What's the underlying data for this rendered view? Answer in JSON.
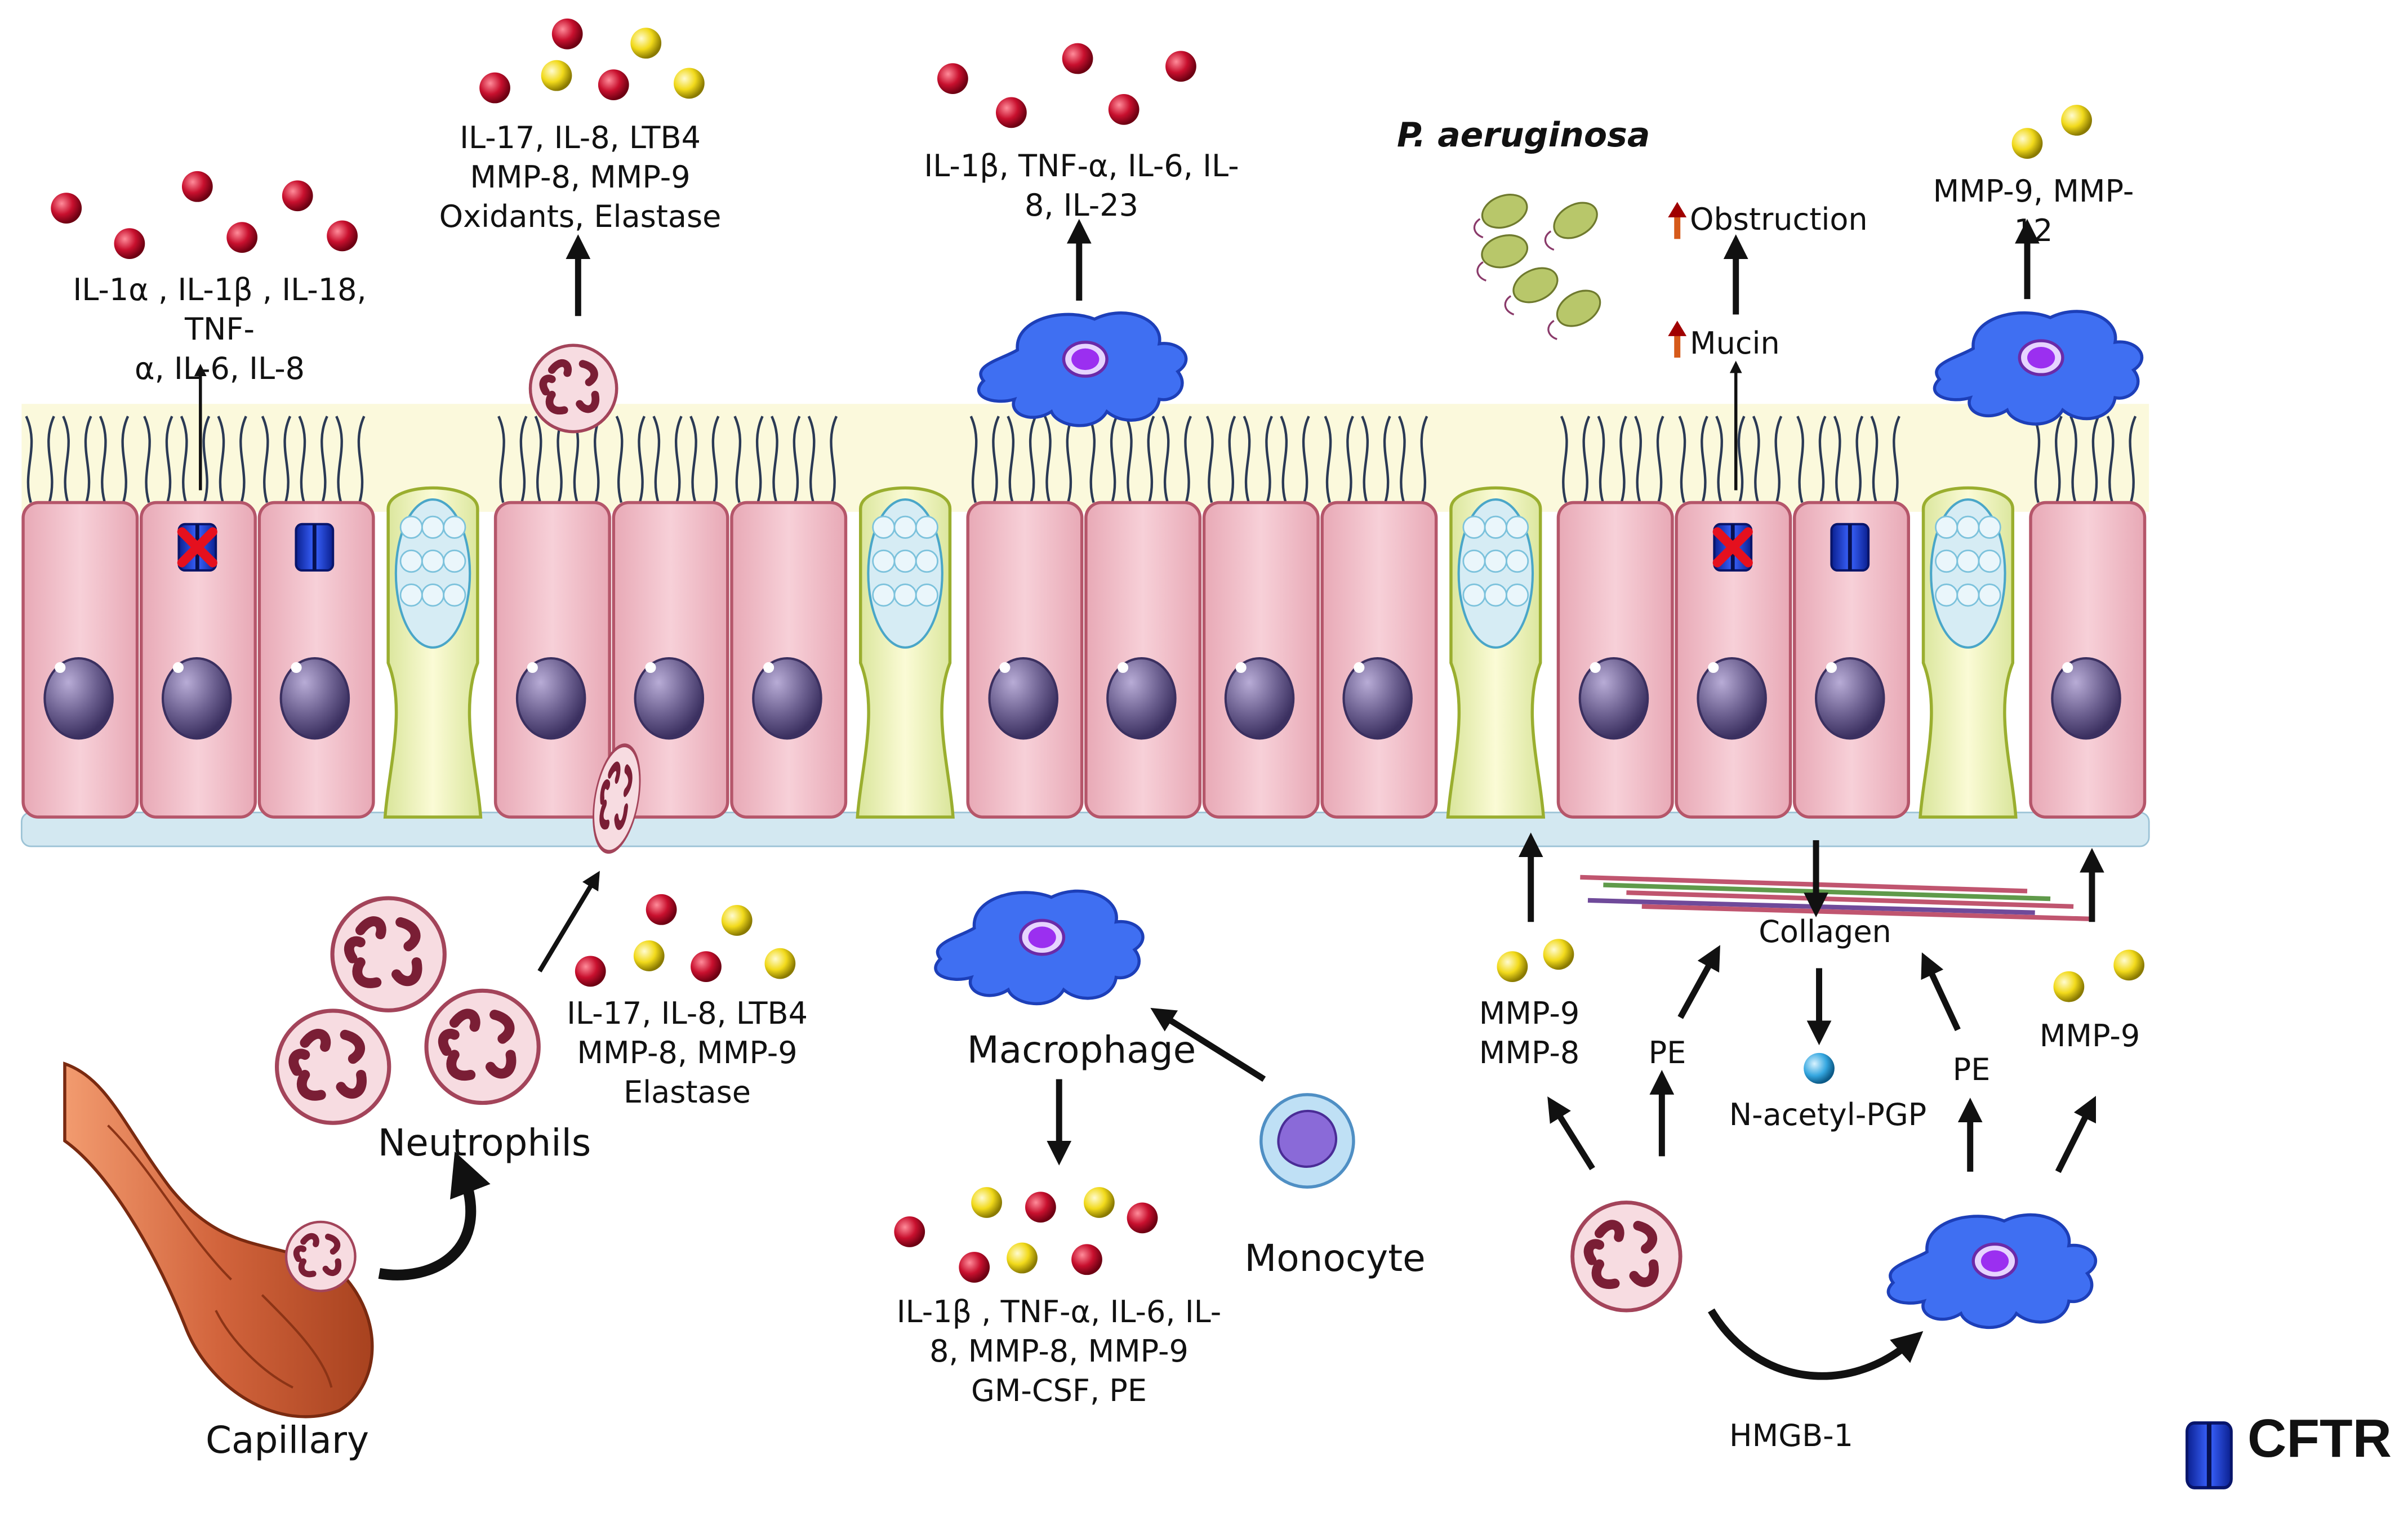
{
  "labels": {
    "il1a_group": "IL-1α , IL-1β , IL-18, TNF-\nα, IL-6, IL-8",
    "neutro_top": "IL-17, IL-8, LTB4\nMMP-8, MMP-9\nOxidants, Elastase",
    "macro_top": "IL-1β, TNF-α, IL-6, IL-\n8, IL-23",
    "pa": "P. aeruginosa",
    "obstruction": "Obstruction",
    "mucin": "Mucin",
    "mmp_top_right": "MMP-9, MMP-12",
    "neutro_bottom": "IL-17, IL-8, LTB4\nMMP-8, MMP-9\nElastase",
    "neutrophils": "Neutrophils",
    "capillary": "Capillary",
    "macrophage": "Macrophage",
    "monocyte": "Monocyte",
    "macro_bottom": "IL-1β , TNF-α, IL-6, IL-\n8, MMP-8, MMP-9\nGM-CSF, PE",
    "collagen": "Collagen",
    "mmp98": "MMP-9\nMMP-8",
    "pe_left": "PE",
    "pe_right": "PE",
    "nacetyl": "N-acetyl-PGP",
    "mmp9_right": "MMP-9",
    "hmgb1": "HMGB-1",
    "cftr_legend": "CFTR"
  },
  "colors": {
    "cell": "#f4c6cf",
    "cell_border": "#b5566a",
    "goblet": "#f3f4c4",
    "goblet_border": "#9aae2f",
    "mucus_layer": "#fbf9dc",
    "basement": "#d3e8f1",
    "nucleus": "#6b5f8f",
    "cftr": "#1f3fd0",
    "red_dot": "#c8102e",
    "yellow_dot": "#f2da1b",
    "macrophage": "#3f6ff2",
    "neutrophil": "#f7dce1",
    "capillary": "#d2643c",
    "bacteria": "#b8c76a",
    "blocked_x": "#e5101e"
  },
  "icons": [
    "cilia-icon",
    "cftr-channel-icon",
    "blocked-x-icon",
    "neutrophil-icon",
    "macrophage-icon",
    "monocyte-icon",
    "capillary-icon",
    "bacteria-icon",
    "collagen-fiber-icon",
    "up-arrow-icon"
  ]
}
